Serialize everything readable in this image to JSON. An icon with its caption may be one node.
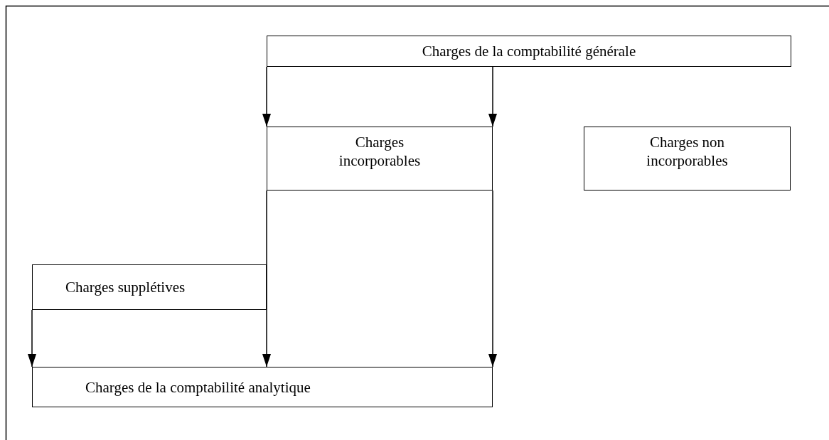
{
  "diagram": {
    "nodes": [
      {
        "text": [
          "Charges de la comptabilité générale"
        ]
      },
      {
        "text": [
          "Charges incorporables"
        ]
      },
      {
        "text": [
          "Charges non incorporables"
        ]
      },
      {
        "text": [
          "Charges supplétives"
        ]
      },
      {
        "text": [
          "Charges de la comptabilité analytique"
        ]
      }
    ],
    "edges": [
      {
        "from": 0,
        "to": 1,
        "arrow": "to"
      },
      {
        "from": 0,
        "to": 1,
        "arrow": "to"
      },
      {
        "from": 3,
        "to": 4,
        "arrow": "to"
      },
      {
        "from": 1,
        "to": 4,
        "arrow": "to"
      },
      {
        "from": 1,
        "to": 4,
        "arrow": "to"
      }
    ]
  }
}
